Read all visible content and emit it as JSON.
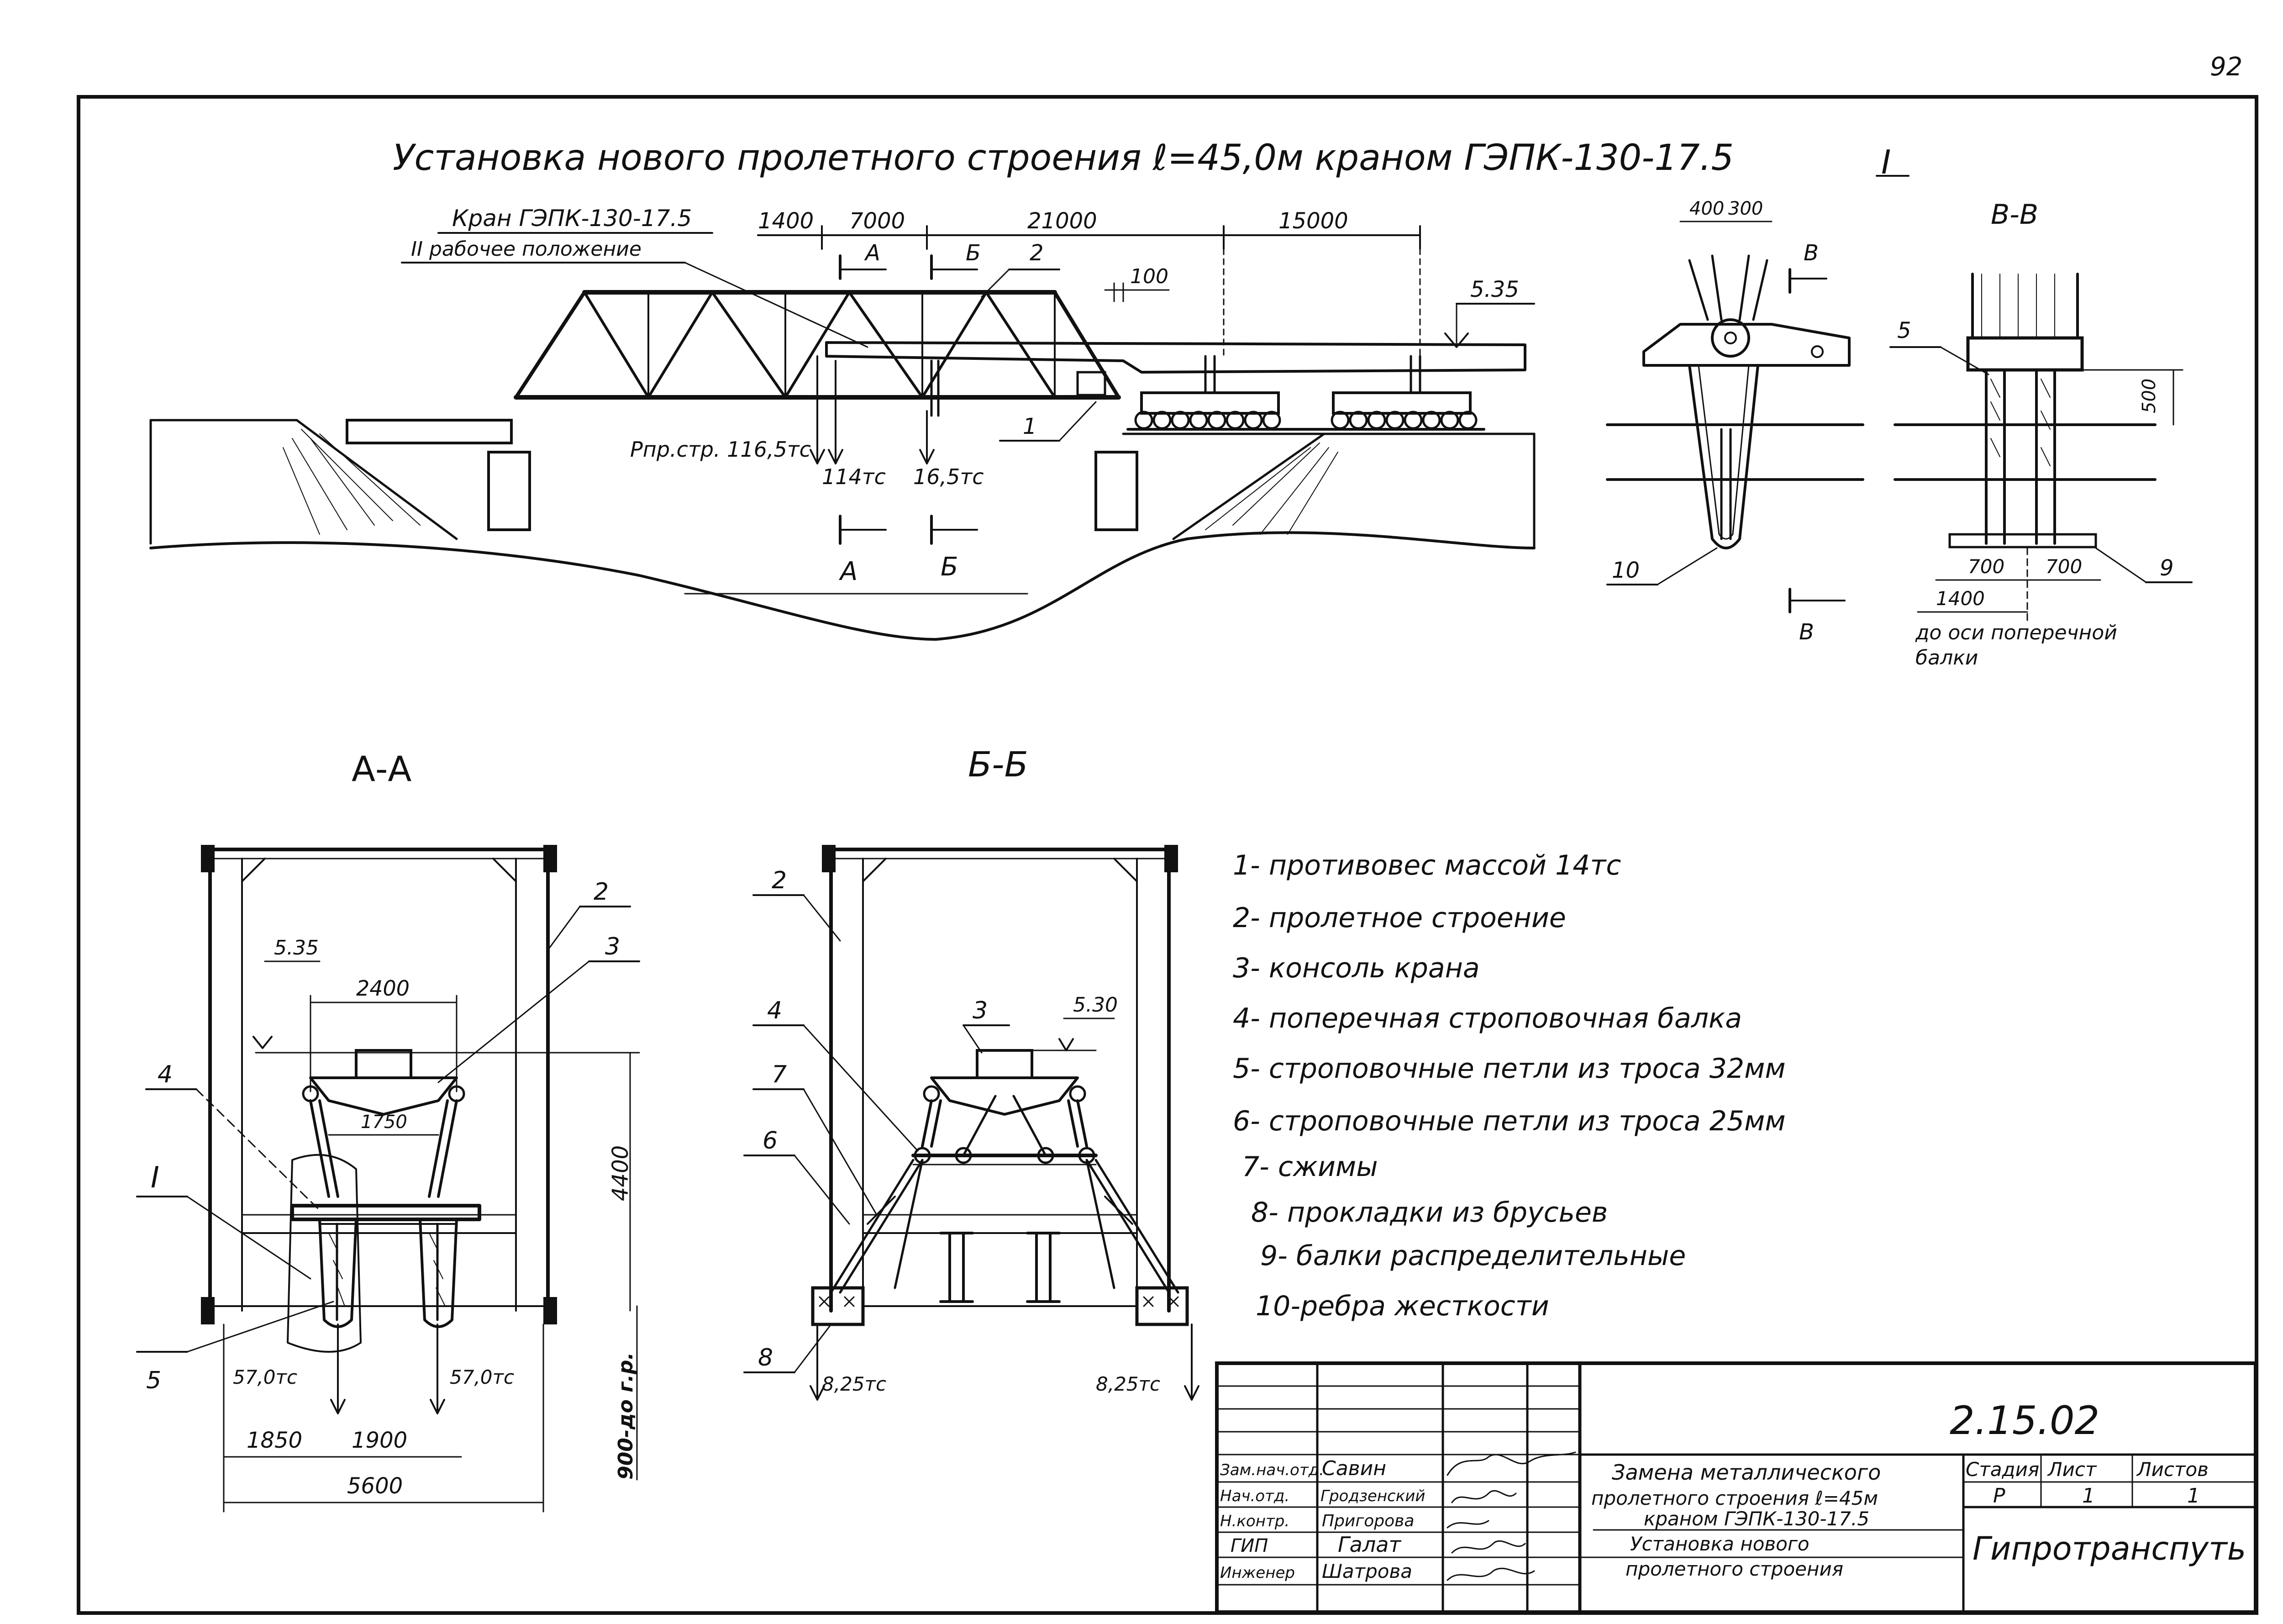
{
  "page": {
    "number": "92"
  },
  "main_title": "Установка нового пролетного строения ℓ=45,0м краном ГЭПК-130-17.5",
  "elevation": {
    "crane_label": "Кран ГЭПК-130-17.5",
    "position_label": "II рабочее положение",
    "dims": [
      "1400",
      "7000",
      "21000",
      "15000"
    ],
    "dim_100": "100",
    "level_535": "5.35",
    "load_total": "Pпр.стр. 116,5тс",
    "load_1": "114тс",
    "load_2": "16,5тс",
    "marker_1": "1",
    "marker_2": "2",
    "section_a": "А",
    "section_b": "Б"
  },
  "detail_I": {
    "roman": "I",
    "dims": [
      "400",
      "300"
    ],
    "section_v": "В",
    "marker_10": "10"
  },
  "section_VV": {
    "title": "В-В",
    "marker_5": "5",
    "marker_9": "9",
    "dim_500": "500",
    "dim_700a": "700",
    "dim_700b": "700",
    "dim_1400": "1400",
    "note_line1": "до оси поперечной",
    "note_line2": "балки"
  },
  "section_AA": {
    "title": "А-А",
    "level": "5.35",
    "dim_2400": "2400",
    "dim_1750": "1750",
    "dim_4400": "4400",
    "dim_900": "900-до г.р.",
    "dim_1850": "1850",
    "dim_1900": "1900",
    "dim_5600": "5600",
    "load_left": "57,0тс",
    "load_right": "57,0тс",
    "marker_2": "2",
    "marker_3": "3",
    "marker_4": "4",
    "marker_I": "I",
    "marker_5": "5"
  },
  "section_BB": {
    "title": "Б-Б",
    "level": "5.30",
    "load_left": "8,25тс",
    "load_right": "8,25тс",
    "marker_2": "2",
    "marker_3": "3",
    "marker_4": "4",
    "marker_7": "7",
    "marker_6": "6",
    "marker_8": "8"
  },
  "legend": [
    "1- противовес массой 14тс",
    "2- пролетное строение",
    "3- консоль крана",
    "4- поперечная строповочная балка",
    "5- строповочные петли из троса 32мм",
    "6- строповочные петли из троса 25мм",
    "7- сжимы",
    "8- прокладки из брусьев",
    "9- балки распределительные",
    "10-ребра жесткости"
  ],
  "title_block": {
    "code": "2.15.02",
    "roles": [
      "Зам.нач.отд.",
      "Нач.отд.",
      "Н.контр.",
      "ГИП",
      "Инженер"
    ],
    "names": [
      "Савин",
      "Гродзенский",
      "Пригорова",
      "Галат",
      "Шатрова"
    ],
    "desc_line1": "Замена металлического",
    "desc_line2": "пролетного строения ℓ=45м",
    "desc_line3": "краном ГЭПК-130-17.5",
    "desc_line4": "Установка нового",
    "desc_line5": "пролетного строения",
    "col_stage": "Стадия",
    "col_sheet": "Лист",
    "col_sheets": "Листов",
    "stage": "Р",
    "sheet": "1",
    "sheets": "1",
    "org": "Гипротранспуть"
  }
}
